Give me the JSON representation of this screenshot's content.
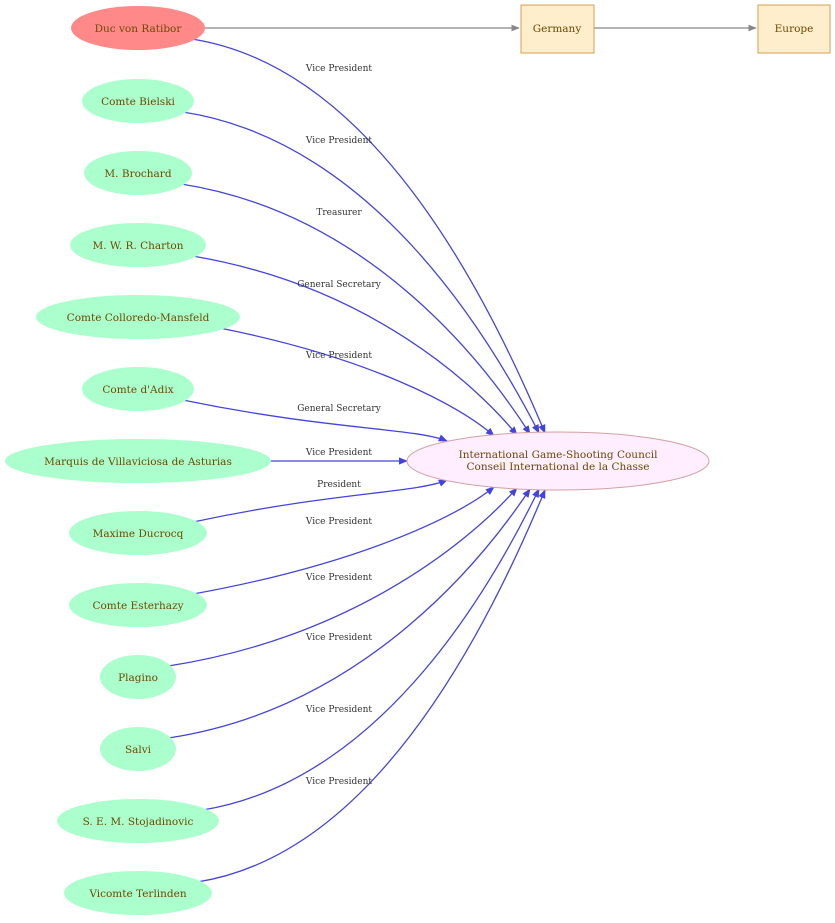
{
  "colors": {
    "person_fill": "#aaffcc",
    "highlight_fill": "#ff8888",
    "place_fill": "#ffeecc",
    "place_stroke": "#d4a050",
    "council_fill": "#ffeeff",
    "council_stroke": "#d4a0a0",
    "edge_blue": "#4444dd",
    "edge_gray": "#888888"
  },
  "council": {
    "name_en": "International Game-Shooting Council",
    "name_fr": "Conseil International de la Chasse"
  },
  "places": [
    {
      "id": "germany",
      "label": "Germany"
    },
    {
      "id": "europe",
      "label": "Europe"
    }
  ],
  "people": [
    {
      "id": "ratibor",
      "label": "Duc von Ratibor",
      "role": "Vice President",
      "highlight": true
    },
    {
      "id": "bielski",
      "label": "Comte Bielski",
      "role": "Vice President"
    },
    {
      "id": "brochard",
      "label": "M. Brochard",
      "role": "Treasurer"
    },
    {
      "id": "charton",
      "label": "M. W. R. Charton",
      "role": "General Secretary"
    },
    {
      "id": "colloredo",
      "label": "Comte Colloredo-Mansfeld",
      "role": "Vice President"
    },
    {
      "id": "adix",
      "label": "Comte d'Adix",
      "role": "General Secretary"
    },
    {
      "id": "villaviciosa",
      "label": "Marquis  de Villaviciosa de Asturias",
      "role": "Vice President"
    },
    {
      "id": "ducrocq",
      "label": "Maxime Ducrocq",
      "role": "President"
    },
    {
      "id": "esterhazy",
      "label": "Comte Esterhazy",
      "role": "Vice President"
    },
    {
      "id": "plagino",
      "label": "Plagino",
      "role": "Vice President"
    },
    {
      "id": "salvi",
      "label": "Salvi",
      "role": "Vice President"
    },
    {
      "id": "stojadinovic",
      "label": "S. E. M. Stojadinovic",
      "role": "Vice President"
    },
    {
      "id": "terlinden",
      "label": "Vicomte Terlinden",
      "role": "Vice President"
    }
  ]
}
